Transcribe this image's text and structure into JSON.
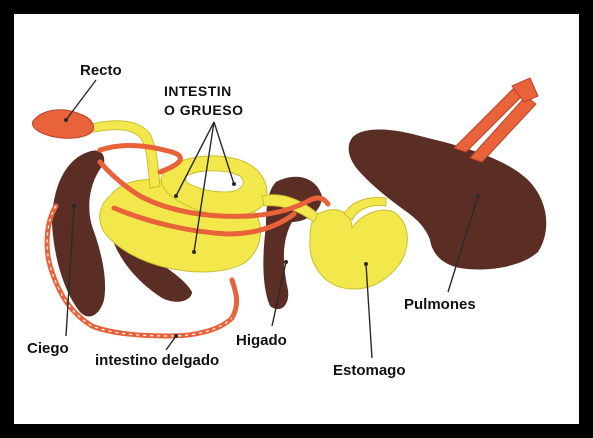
{
  "diagram": {
    "labels": {
      "recto": "Recto",
      "intestino_grueso_line1": "INTESTIN",
      "intestino_grueso_line2": "O GRUESO",
      "ciego": "Ciego",
      "intestino_delgado": "intestino delgado",
      "higado": "Higado",
      "estomago": "Estomago",
      "pulmones": "Pulmones"
    },
    "colors": {
      "frame": "#000000",
      "background": "#ffffff",
      "large_intestine": "#f2e84c",
      "small_intestine": "#e8623a",
      "liver": "#5a2e24",
      "lung": "#5a2e24",
      "rectum_tip": "#e8623a",
      "pointer_lines": "#2a2a2a"
    }
  }
}
